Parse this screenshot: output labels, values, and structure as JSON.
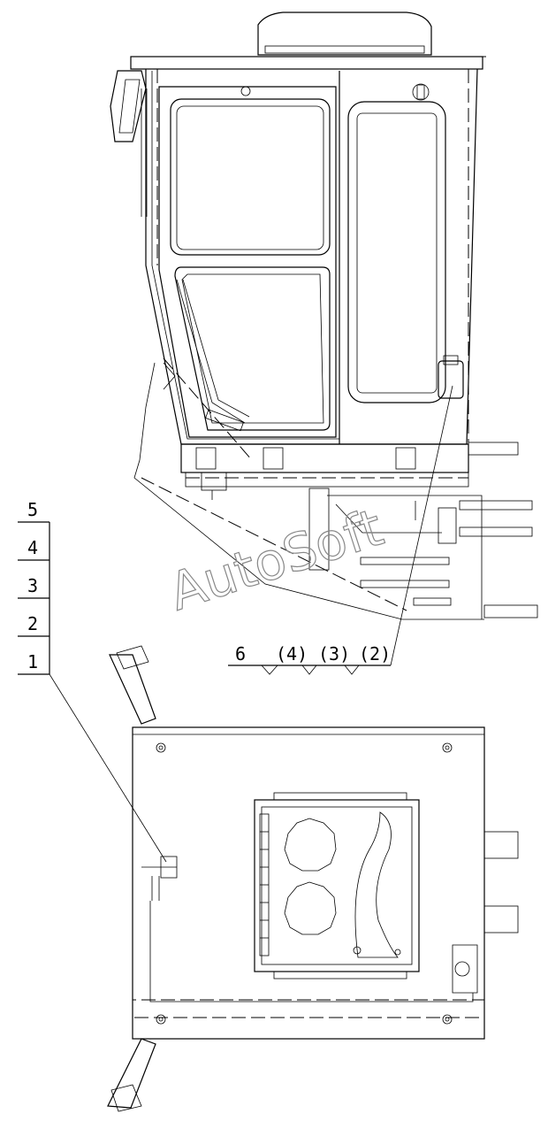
{
  "watermark": "AutoSoft",
  "callouts_left": [
    "5",
    "4",
    "3",
    "2",
    "1"
  ],
  "callouts_bottom": [
    "6",
    "(4)",
    "(3)",
    "(2)"
  ],
  "colors": {
    "line": "#000000",
    "watermark": "#888888",
    "background": "#ffffff"
  }
}
